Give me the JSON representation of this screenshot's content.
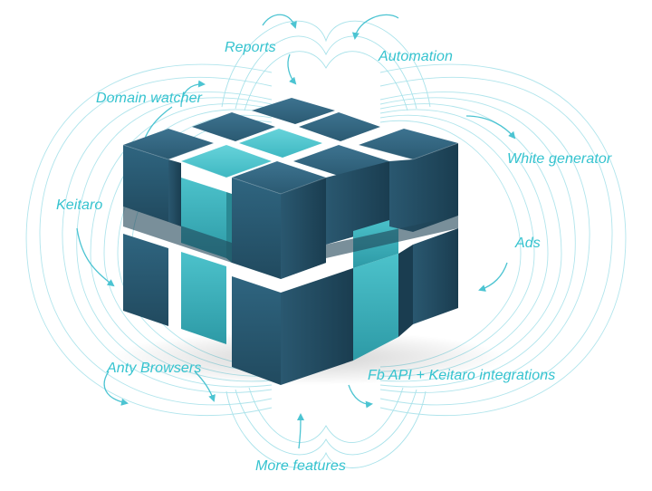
{
  "labels": {
    "reports": "Reports",
    "automation": "Automation",
    "domain_watcher": "Domain watcher",
    "white_generator": "White generator",
    "keitaro": "Keitaro",
    "ads": "Ads",
    "anty_browsers": "Anty Browsers",
    "fb_api_keitaro": "Fb API + Keitaro integrations",
    "more_features": "More features"
  },
  "colors": {
    "label_cyan": "#35c3cf",
    "line_cyan": "#4cc4d2",
    "cube_dark": "#2f5f78",
    "cube_light": "#3fb8c2"
  }
}
